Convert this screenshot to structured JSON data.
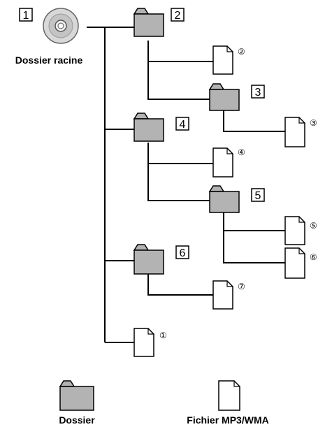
{
  "root": {
    "number": "1",
    "label": "Dossier racine"
  },
  "folders": [
    "2",
    "3",
    "4",
    "5",
    "6"
  ],
  "files": [
    "①",
    "②",
    "③",
    "④",
    "⑤",
    "⑥",
    "⑦"
  ],
  "legend": {
    "folder_label": "Dossier",
    "file_label": "Fichier MP3/WMA"
  },
  "colors": {
    "folder_fill": "#b3b3b3",
    "stroke": "#000000"
  }
}
